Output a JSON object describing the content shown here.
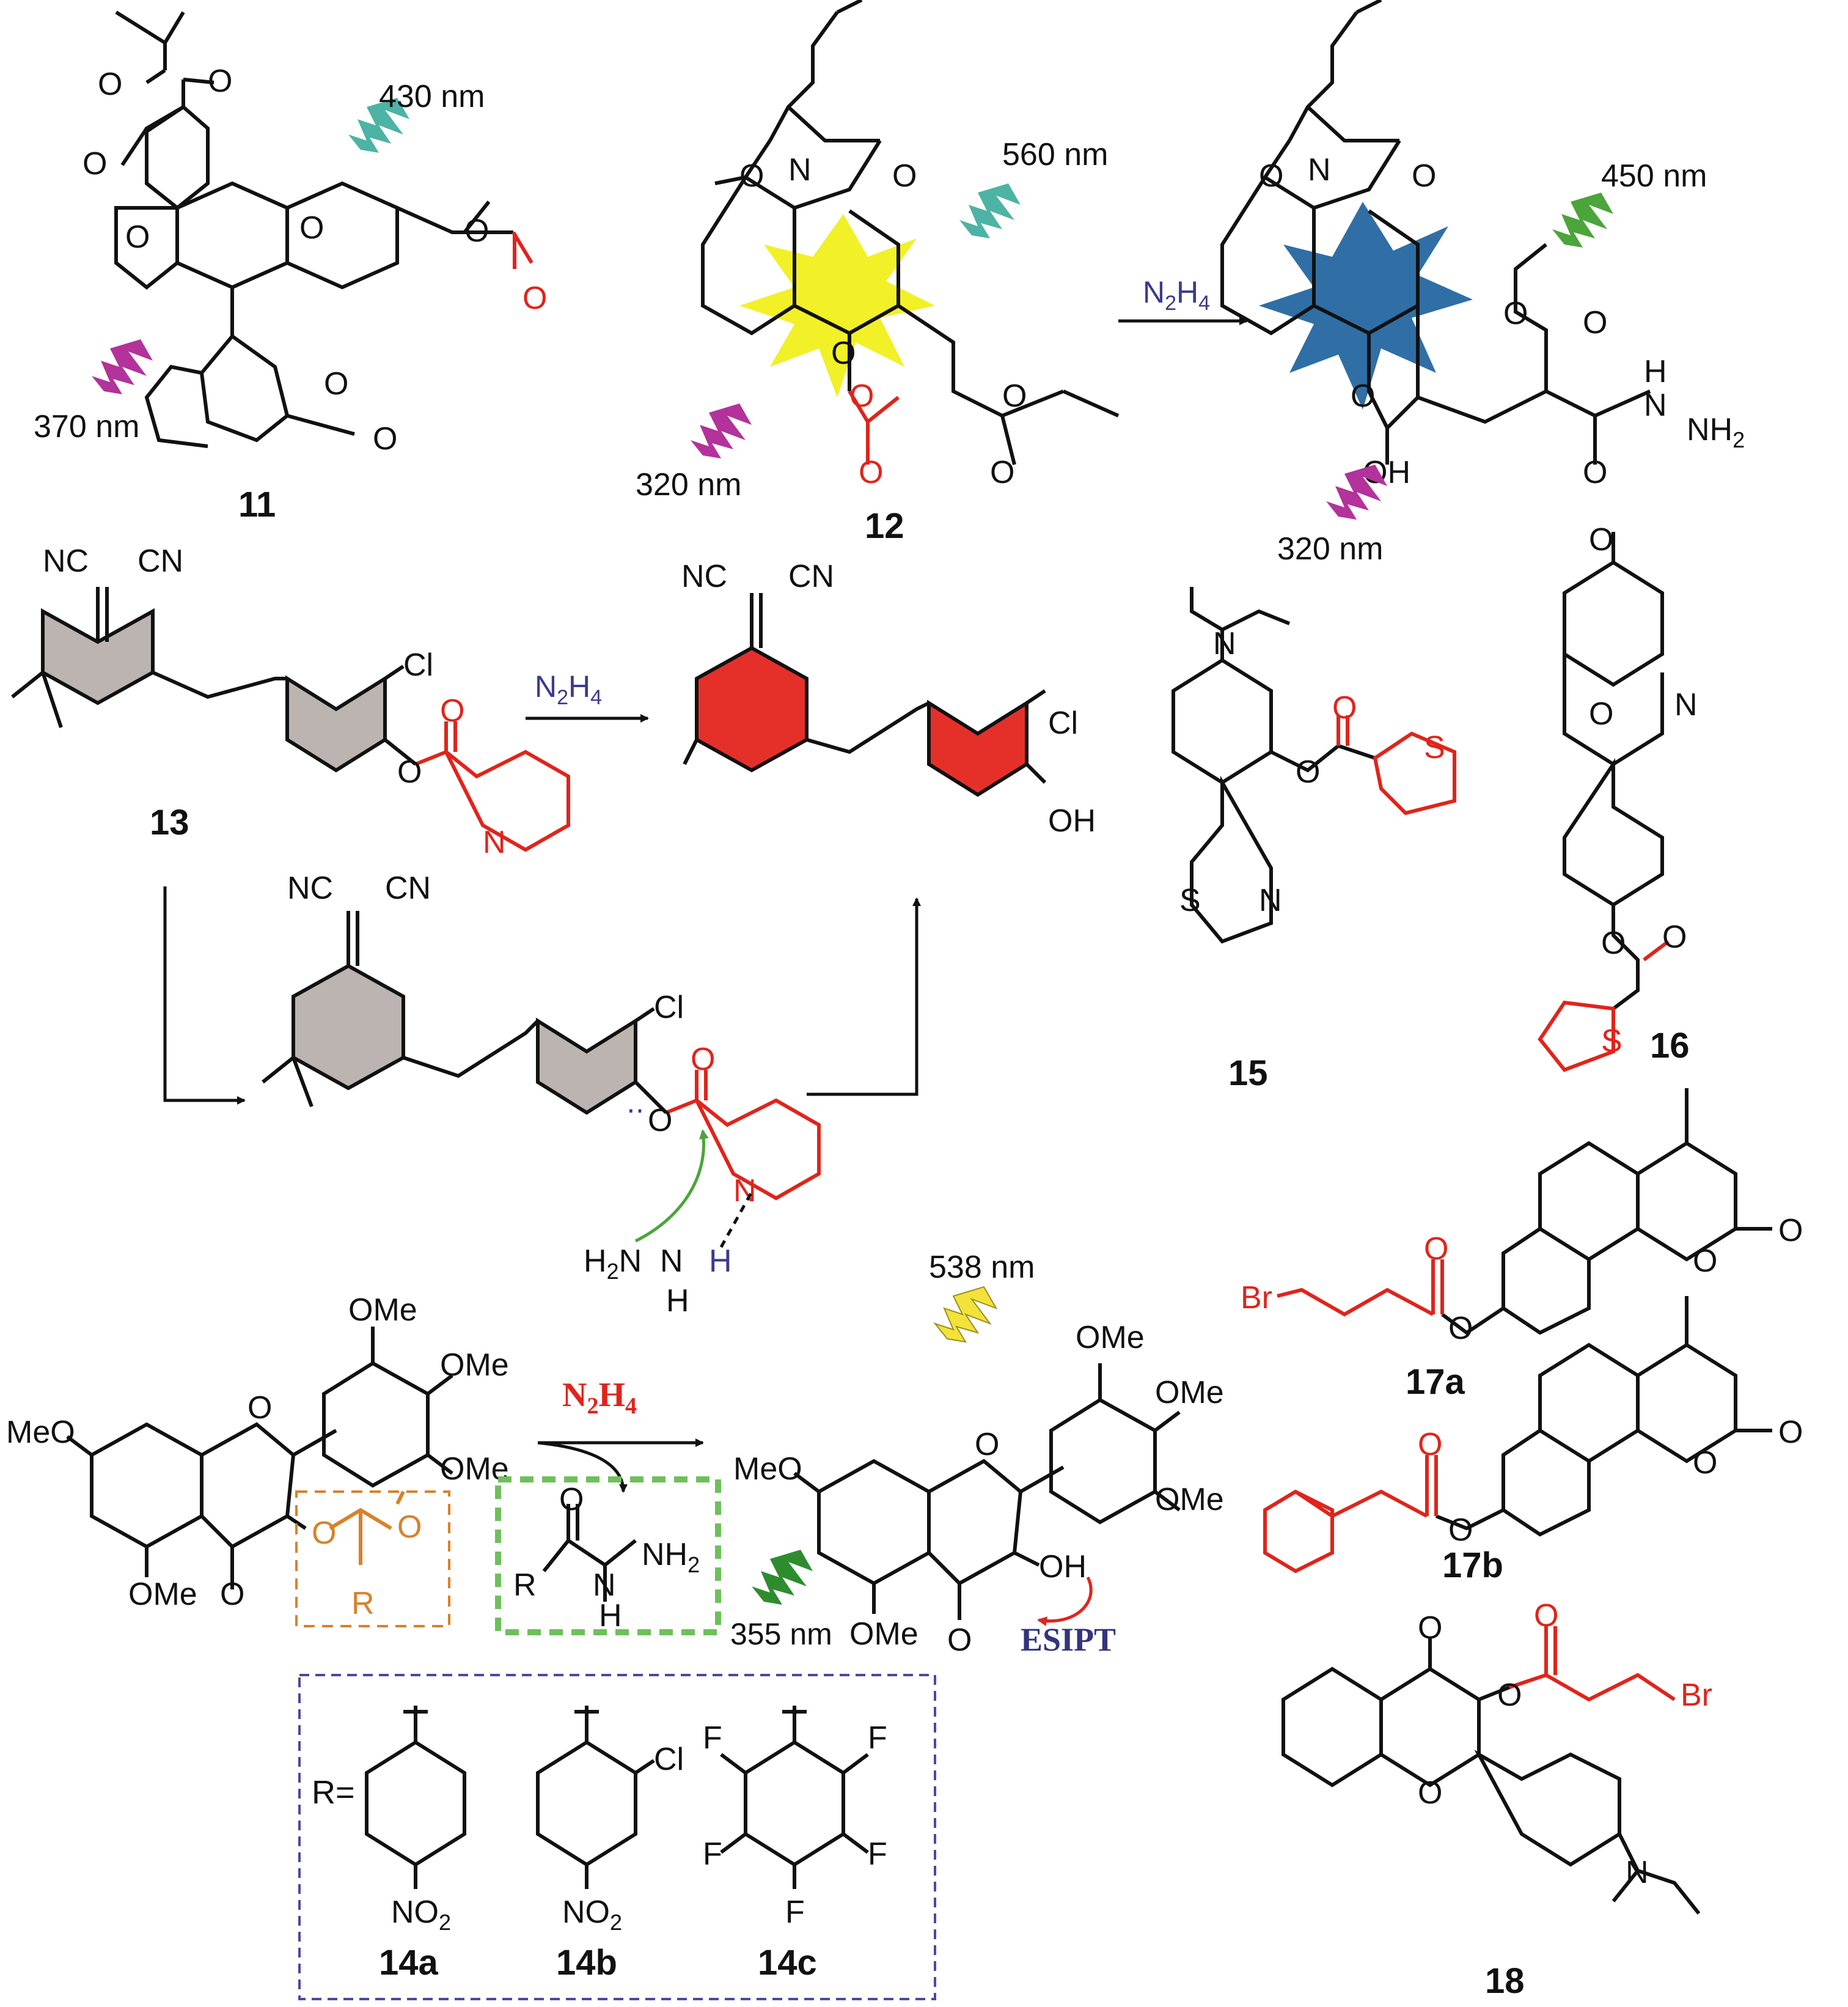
{
  "colors": {
    "bond": "#111111",
    "red_group": "#e0241b",
    "orange_group": "#d7822b",
    "reagent_blue": "#3b3a8c",
    "esipt_blue": "#33357d",
    "teal_bolt": "#4db3a4",
    "magenta_bolt": "#b3329b",
    "green_bolt": "#4ba53a",
    "yellow_bolt": "#f2e23a",
    "dark_green_bolt": "#2e8c2e",
    "yellow_star": "#f2f026",
    "blue_star": "#2f6fa6",
    "grey_ring": "#bcb4b0",
    "red_ring": "#e5302a",
    "green_box": "#6ec05a",
    "purple_box": "#4a4a9c"
  },
  "compound_labels": {
    "c11": "11",
    "c12": "12",
    "c13": "13",
    "c14a": "14a",
    "c14b": "14b",
    "c14c": "14c",
    "c15": "15",
    "c16": "16",
    "c17a": "17a",
    "c17b": "17b",
    "c18": "18"
  },
  "wavelengths": {
    "w430": "430 nm",
    "w370": "370 nm",
    "w560": "560 nm",
    "w320a": "320 nm",
    "w450": "450 nm",
    "w320b": "320 nm",
    "w538": "538 nm",
    "w355": "355 nm"
  },
  "atoms": {
    "O": "O",
    "N": "N",
    "S": "S",
    "F": "F",
    "H": "H",
    "R": "R",
    "Cl": "Cl",
    "Br": "Br",
    "OH": "OH",
    "OMe": "OMe",
    "MeO": "MeO",
    "NC": "NC",
    "CN": "CN",
    "NH2": "NH",
    "sub2": "2",
    "H2": "H",
    "NO2": "NO",
    "Req": "R="
  },
  "reagents": {
    "hydrazine": "N",
    "hydrazine_H": "H",
    "sub2": "2",
    "sub4": "4",
    "esipt": "ESIPT"
  }
}
